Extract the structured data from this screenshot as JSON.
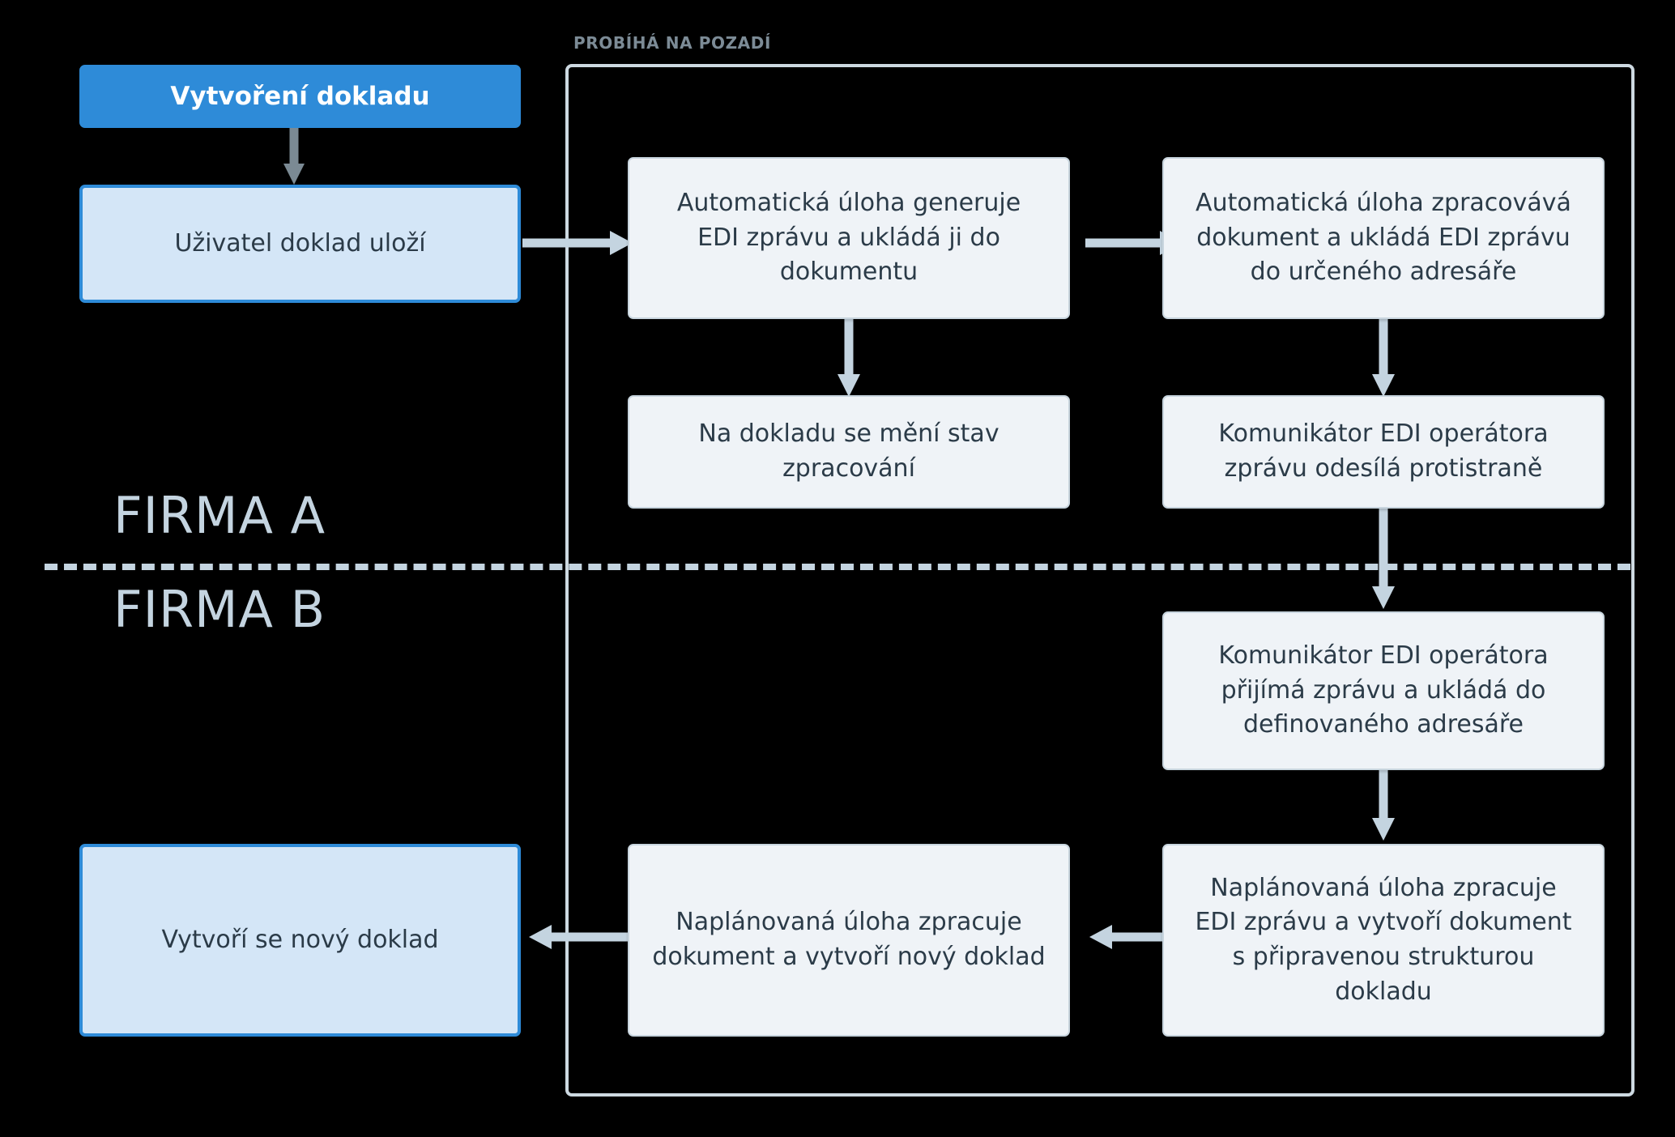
{
  "diagram": {
    "title_label": "PROBÍHÁ NA POZADÍ",
    "lanes": [
      {
        "id": "firma-a",
        "label": "FIRMA A"
      },
      {
        "id": "firma-b",
        "label": "FIRMA B"
      }
    ],
    "colors": {
      "background": "#000000",
      "accent_blue": "#2e8bd8",
      "user_box_fill": "#d4e6f7",
      "auto_box_fill": "#eff3f7",
      "auto_box_border": "#c8d5de",
      "connector": "#c4d4e0",
      "connector_dark": "#7b8a94",
      "lane_text": "#c4d4e0",
      "container_border": "#cdd9e1",
      "body_text": "#2b3b48",
      "header_text": "#ffffff",
      "container_label_text": "#7c8b96"
    },
    "nodes": [
      {
        "id": "vytvoreni-dokladu",
        "label": "Vytvoření dokladu",
        "kind": "header"
      },
      {
        "id": "uzivatel-ulozi",
        "label": "Uživatel doklad uloží",
        "kind": "user"
      },
      {
        "id": "auto-generuje",
        "label": "Automatická úloha generuje\nEDI zprávu a ukládá ji do\ndokumentu",
        "kind": "auto"
      },
      {
        "id": "auto-zpracovava",
        "label": "Automatická úloha zpracovává\ndokument a ukládá EDI zprávu\ndo určeného adresáře",
        "kind": "auto"
      },
      {
        "id": "stav-zpracovani",
        "label": "Na dokladu se mění stav\nzpracování",
        "kind": "auto"
      },
      {
        "id": "komunikator-odesila",
        "label": "Komunikátor EDI operátora\nzprávu odesílá protistraně",
        "kind": "auto"
      },
      {
        "id": "komunikator-prijima",
        "label": "Komunikátor EDI operátora\npřijímá zprávu a ukládá do\ndefinovaného adresáře",
        "kind": "auto"
      },
      {
        "id": "naplanovana-edi",
        "label": "Naplánovaná úloha zpracuje\nEDI zprávu a vytvoří dokument\ns připravenou strukturou\ndokladu",
        "kind": "auto"
      },
      {
        "id": "naplanovana-doklad",
        "label": "Naplánovaná úloha zpracuje\ndokument a vytvoří nový doklad",
        "kind": "auto"
      },
      {
        "id": "novy-doklad",
        "label": "Vytvoří se nový doklad",
        "kind": "user"
      }
    ],
    "edges": [
      {
        "from": "vytvoreni-dokladu",
        "to": "uzivatel-ulozi",
        "direction": "down",
        "style": "dark"
      },
      {
        "from": "uzivatel-ulozi",
        "to": "auto-generuje",
        "direction": "right",
        "style": "light"
      },
      {
        "from": "auto-generuje",
        "to": "auto-zpracovava",
        "direction": "right",
        "style": "light"
      },
      {
        "from": "auto-generuje",
        "to": "stav-zpracovani",
        "direction": "down",
        "style": "light"
      },
      {
        "from": "auto-zpracovava",
        "to": "komunikator-odesila",
        "direction": "down",
        "style": "light"
      },
      {
        "from": "komunikator-odesila",
        "to": "komunikator-prijima",
        "direction": "down",
        "style": "light"
      },
      {
        "from": "komunikator-prijima",
        "to": "naplanovana-edi",
        "direction": "down",
        "style": "light"
      },
      {
        "from": "naplanovana-edi",
        "to": "naplanovana-doklad",
        "direction": "left",
        "style": "light"
      },
      {
        "from": "naplanovana-doklad",
        "to": "novy-doklad",
        "direction": "left",
        "style": "light"
      }
    ]
  }
}
